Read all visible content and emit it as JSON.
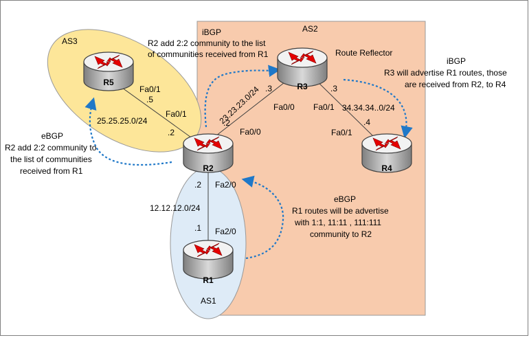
{
  "colors": {
    "as2_fill": "#f8cbad",
    "as3_fill": "#fde699",
    "as1_fill": "#deebf7",
    "arrow": "#1f78c8",
    "router_top": "#f2f2f2",
    "router_arrow": "#e60000"
  },
  "areas": {
    "as1": "AS1",
    "as2": "AS2",
    "as3": "AS3"
  },
  "routers": {
    "r1": "R1",
    "r2": "R2",
    "r3": "R3",
    "r4": "R4",
    "r5": "R5"
  },
  "role_labels": {
    "route_reflector": "Route Reflector"
  },
  "interfaces": {
    "r5_fa01": "Fa0/1",
    "r2_fa01": "Fa0/1",
    "r2_fa00": "Fa0/0",
    "r3_fa00": "Fa0/0",
    "r3_fa01": "Fa0/1",
    "r4_fa01": "Fa0/1",
    "r2_fa20": "Fa2/0",
    "r1_fa20": "Fa2/0"
  },
  "addresses": {
    "r5": ".5",
    "r2_to_r5": ".2",
    "r2_to_r3": ".2",
    "r3_to_r2": ".3",
    "r3_to_r4": ".3",
    "r4": ".4",
    "r2_to_r1": ".2",
    "r1": ".1"
  },
  "subnets": {
    "r2_r5": "25.25.25.0/24",
    "r2_r3": "23.23.23.0/24",
    "r3_r4": "34.34.34..0/24",
    "r1_r2": "12.12.12.0/24"
  },
  "annotations": {
    "ibgp_left_title": "iBGP",
    "ibgp_left_line1": "R2 add 2:2 community to the list",
    "ibgp_left_line2": "of communities received from R1",
    "ibgp_right_title": "iBGP",
    "ibgp_right_line1": "R3 will advertise R1 routes, those",
    "ibgp_right_line2": "are received from R2, to R4",
    "ebgp_left_title": "eBGP",
    "ebgp_left_line1": "R2 add 2:2 community to",
    "ebgp_left_line2": "the list of communities",
    "ebgp_left_line3": "received from R1",
    "ebgp_bottom_title": "eBGP",
    "ebgp_bottom_line1": "R1 routes will be advertise",
    "ebgp_bottom_line2": "with 1:1, 11:11 , 111:111",
    "ebgp_bottom_line3": "community to R2"
  }
}
